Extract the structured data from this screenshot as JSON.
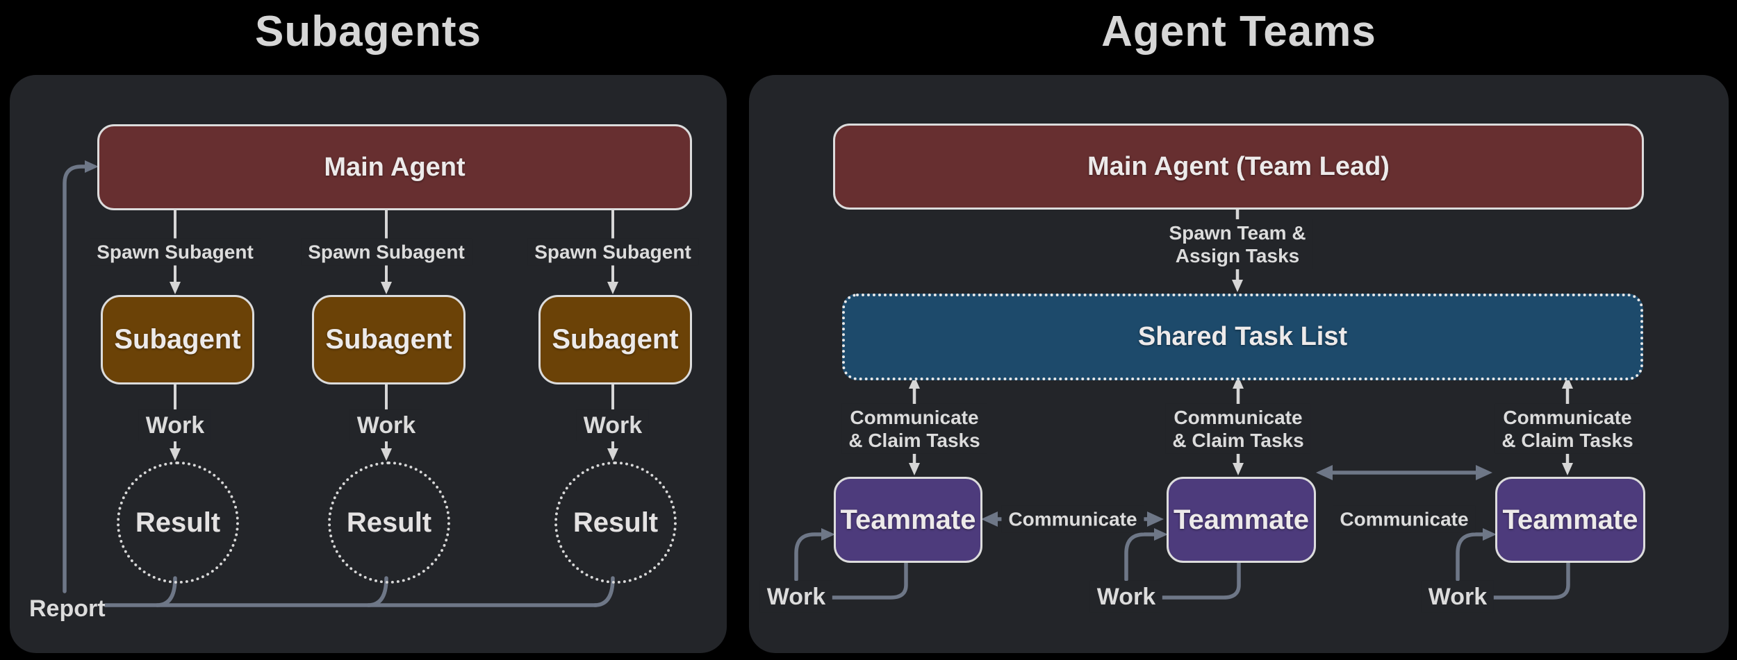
{
  "titles": {
    "left": "Subagents",
    "right": "Agent Teams"
  },
  "colors": {
    "page_background": "#000000",
    "panel_background": "#232529",
    "main_agent_fill": "#672f30",
    "subagent_fill": "#6b4207",
    "shared_task_list_fill": "#1d4a6b",
    "teammate_fill": "#4d3b7c",
    "box_border": "#dcdcdc",
    "light_arrow": "#d6d6d6",
    "gray_arrow": "#6e7787"
  },
  "subagents_panel": {
    "main_agent": "Main Agent",
    "spawn_labels": [
      "Spawn Subagent",
      "Spawn Subagent",
      "Spawn Subagent"
    ],
    "subagent_boxes": [
      "Subagent",
      "Subagent",
      "Subagent"
    ],
    "work_labels": [
      "Work",
      "Work",
      "Work"
    ],
    "result_labels": [
      "Result",
      "Result",
      "Result"
    ],
    "report_label": "Report"
  },
  "agent_teams_panel": {
    "main_agent": "Main Agent (Team Lead)",
    "spawn_label": {
      "line1": "Spawn Team &",
      "line2": "Assign Tasks"
    },
    "shared_task_list": "Shared Task List",
    "claim_labels": [
      {
        "line1": "Communicate",
        "line2": "& Claim Tasks"
      },
      {
        "line1": "Communicate",
        "line2": "& Claim Tasks"
      },
      {
        "line1": "Communicate",
        "line2": "& Claim Tasks"
      }
    ],
    "teammate_boxes": [
      "Teammate",
      "Teammate",
      "Teammate"
    ],
    "communicate_labels": [
      "Communicate",
      "Communicate"
    ],
    "work_labels": [
      "Work",
      "Work",
      "Work"
    ]
  }
}
